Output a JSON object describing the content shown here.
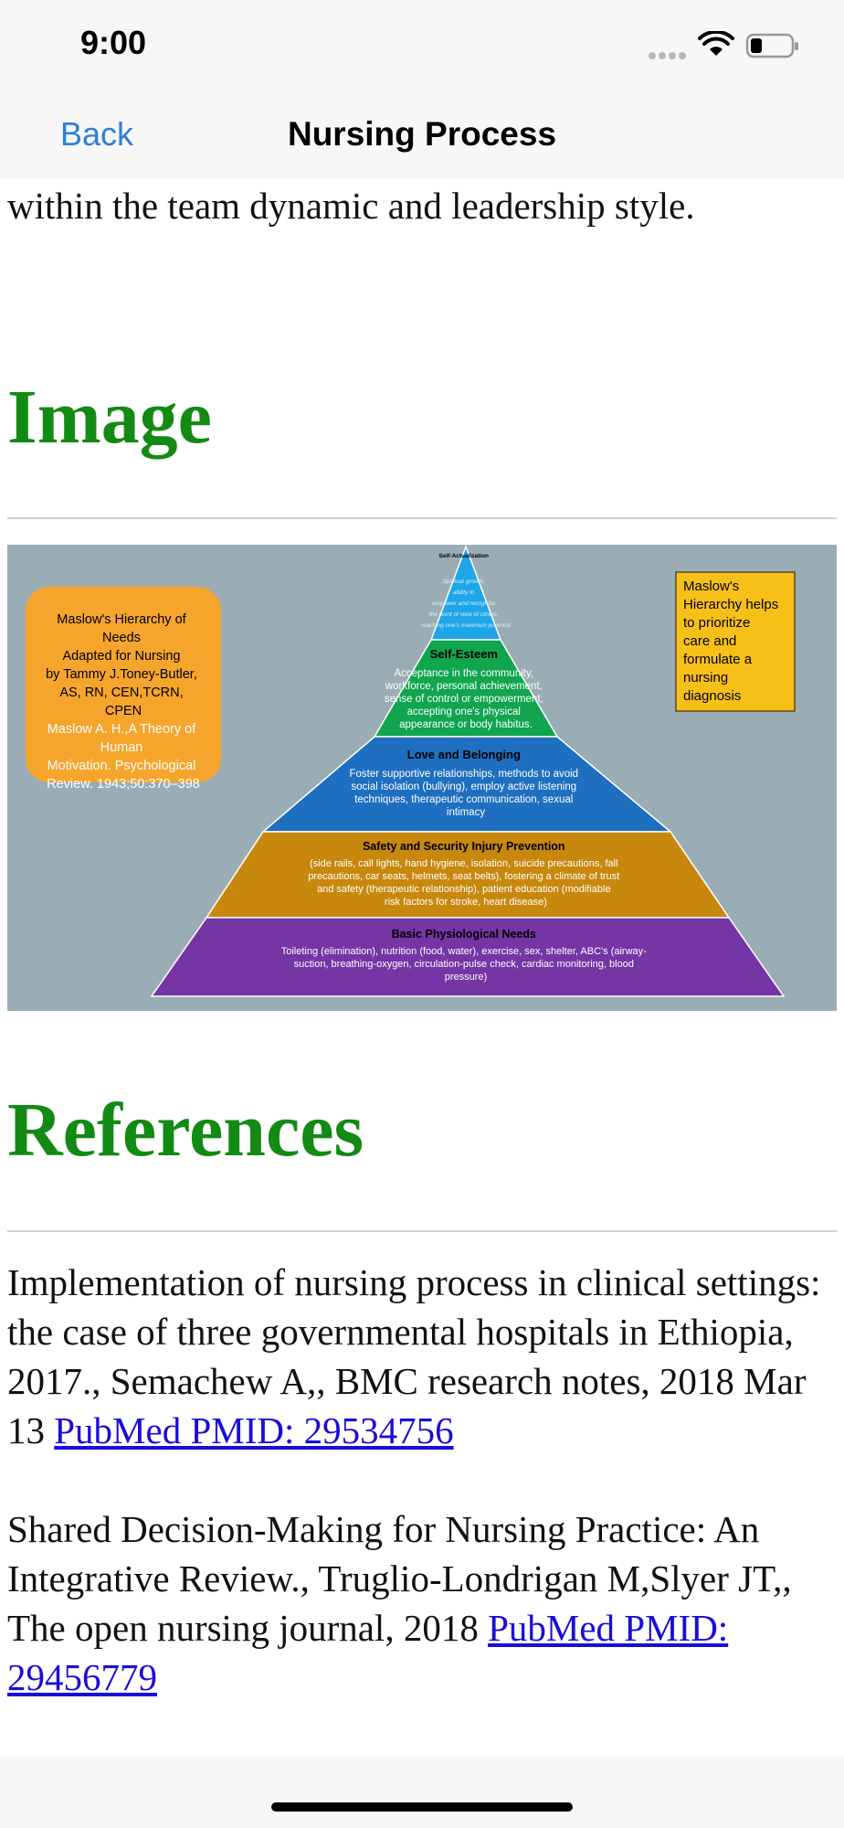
{
  "status_bar": {
    "time": "9:00",
    "icons": [
      "signal-dots-icon",
      "wifi-icon",
      "battery-icon"
    ]
  },
  "nav": {
    "back_label": "Back",
    "title": "Nursing Process"
  },
  "intro_text": "of the electronic health record as well as functionality within the team dynamic and leadership style.",
  "sections": {
    "image_heading": "Image",
    "references_heading": "References"
  },
  "figure": {
    "left_box": {
      "lines": [
        "Maslow's Hierarchy of",
        "Needs",
        "Adapted for Nursing",
        "by Tammy J.Toney-Butler,",
        "AS, RN, CEN,TCRN,",
        "CPEN"
      ],
      "citation_lines": [
        "Maslow A. H.,A Theory of",
        "Human",
        "Motivation. Psychological",
        "Review. 1943;50:370–398"
      ]
    },
    "right_box": {
      "lines": [
        "Maslow's",
        "Hierarchy helps",
        "to prioritize",
        "care and",
        "formulate a",
        "nursing",
        "diagnosis"
      ]
    },
    "tiers": [
      {
        "title": "Self-Actualization",
        "lines": [
          "Spiritual growth,",
          "ability to",
          "empower and recognize",
          "the point of view of others,",
          "reaching one's maximum potential"
        ],
        "color": "#1ea6e8"
      },
      {
        "title": "Self-Esteem",
        "lines": [
          "Acceptance in the community,",
          "workforce, personal achievement,",
          "sense of control or empowerment,",
          "accepting one's physical",
          "appearance or body habitus."
        ],
        "color": "#10a54e"
      },
      {
        "title": "Love and Belonging",
        "lines": [
          "Foster supportive relationships, methods to avoid",
          "social isolation (bullying), employ active listening",
          "techniques, therapeutic communication, sexual",
          "intimacy"
        ],
        "color": "#1f6fc0"
      },
      {
        "title": "Safety and Security Injury Prevention",
        "lines": [
          "(side rails, call lights, hand hygiene, isolation, suicide precautions, fall",
          "precautions, car seats, helmets, seat belts), fostering a climate of trust",
          "and safety (therapeutic relationship), patient education (modifiable",
          "risk factors for stroke, heart disease)"
        ],
        "color": "#c8880e"
      },
      {
        "title": "Basic Physiological Needs",
        "lines": [
          "Toileting (elimination), nutrition (food, water), exercise, sex, shelter, ABC's (airway-",
          "suction, breathing-oxygen, circulation-pulse check, cardiac monitoring, blood",
          "pressure)"
        ],
        "color": "#7535a5"
      }
    ],
    "colors": {
      "background": "#9aadb5",
      "left_box": "#f5a52c",
      "right_box": "#f7c018"
    }
  },
  "references": [
    {
      "text": "Implementation of nursing process in clinical settings: the case of three governmental hospitals in Ethiopia, 2017., Semachew A,, BMC research notes, 2018 Mar 13",
      "link": "PubMed PMID: 29534756"
    },
    {
      "text": "Shared Decision-Making for Nursing Practice: An Integrative Review., Truglio-Londrigan M,Slyer JT,, The open nursing journal, 2018",
      "link": "PubMed PMID: 29456779"
    }
  ],
  "colors": {
    "heading": "#138a13",
    "link": "#1a0dd8",
    "nav_back": "#2f80d8"
  }
}
